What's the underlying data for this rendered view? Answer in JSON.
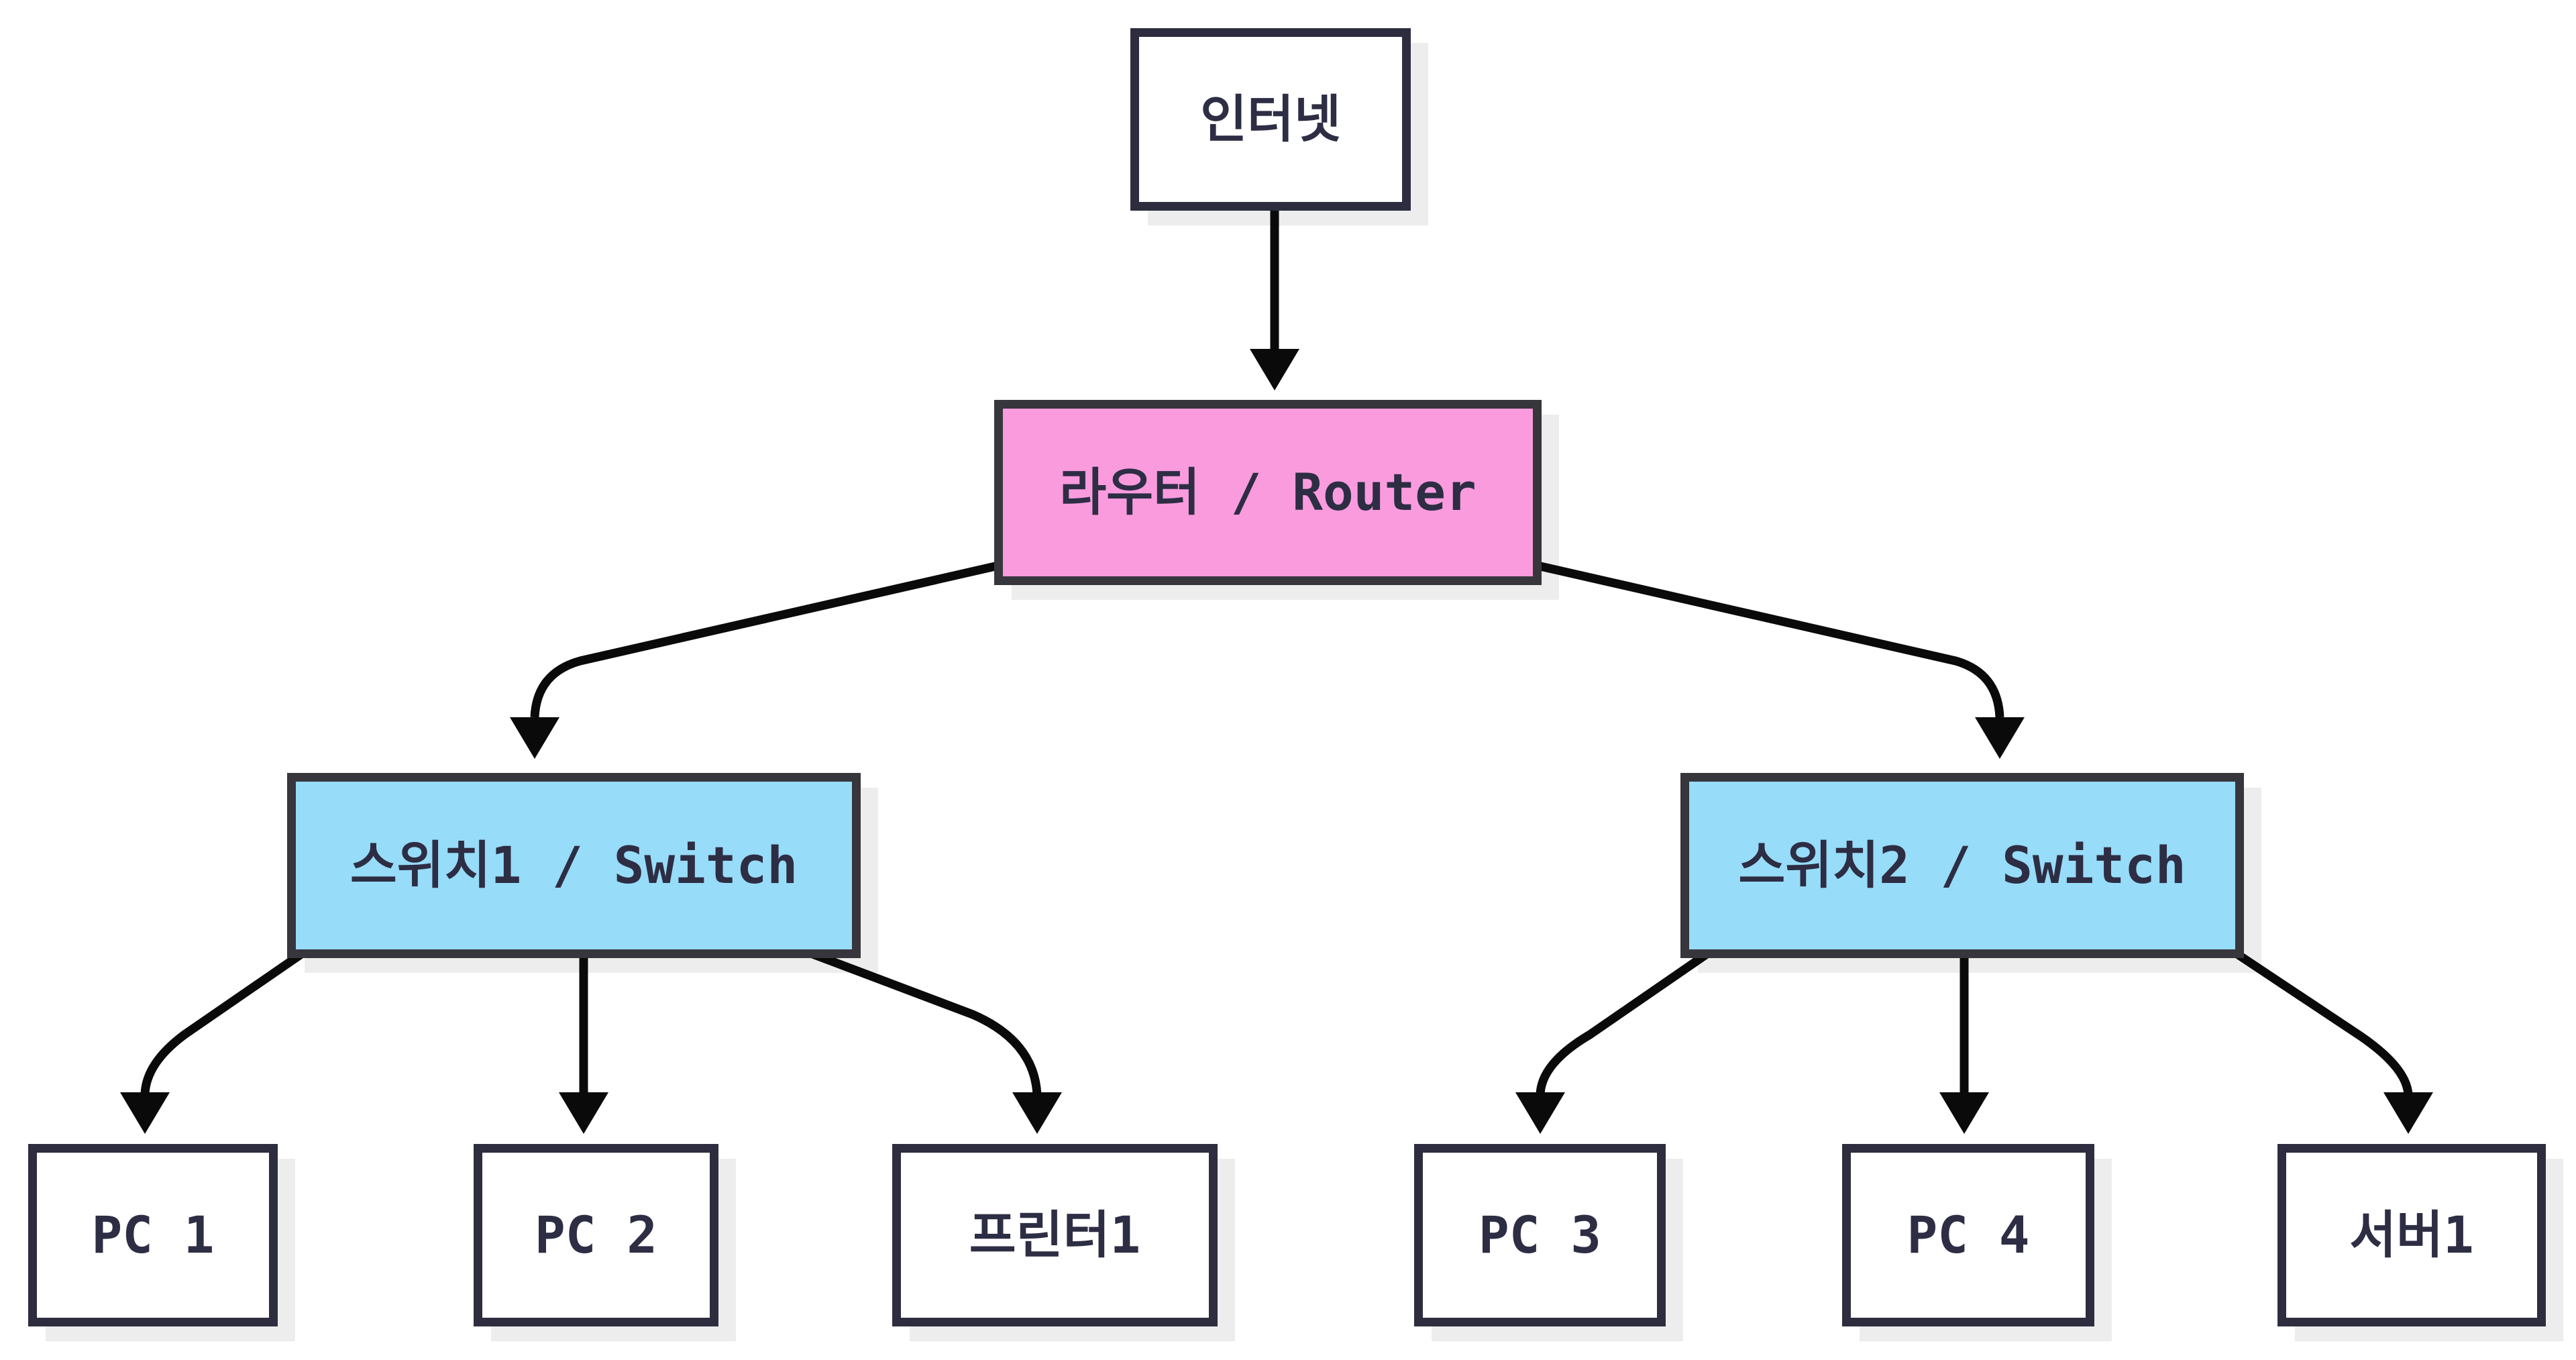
{
  "colors": {
    "background": "#ffffff",
    "arrow": "#0a0a0a",
    "shadow": "#ededed",
    "label_text": "#2d2d44",
    "white_node_border": "#2d2d3f",
    "colored_node_border": "#36363c",
    "router_fill": "#fa9bde",
    "switch_fill": "#97dcf8",
    "device_fill": "#ffffff"
  },
  "nodes": {
    "internet": {
      "label": "인터넷",
      "fill": "#ffffff",
      "stroke": "#2d2d3f"
    },
    "router": {
      "label": "라우터 / Router",
      "fill": "#fa9bde",
      "stroke": "#36363c"
    },
    "switch1": {
      "label": "스위치1 / Switch",
      "fill": "#97dcf8",
      "stroke": "#36363c"
    },
    "switch2": {
      "label": "스위치2 / Switch",
      "fill": "#97dcf8",
      "stroke": "#36363c"
    },
    "pc1": {
      "label": "PC 1",
      "fill": "#ffffff",
      "stroke": "#2d2d3f"
    },
    "pc2": {
      "label": "PC 2",
      "fill": "#ffffff",
      "stroke": "#2d2d3f"
    },
    "printer1": {
      "label": "프린터1",
      "fill": "#ffffff",
      "stroke": "#2d2d3f"
    },
    "pc3": {
      "label": "PC 3",
      "fill": "#ffffff",
      "stroke": "#2d2d3f"
    },
    "pc4": {
      "label": "PC 4",
      "fill": "#ffffff",
      "stroke": "#2d2d3f"
    },
    "server1": {
      "label": "서버1",
      "fill": "#ffffff",
      "stroke": "#2d2d3f"
    }
  },
  "edges": [
    {
      "from": "internet",
      "to": "router",
      "arrow": "to"
    },
    {
      "from": "router",
      "to": "switch1",
      "arrow": "to"
    },
    {
      "from": "router",
      "to": "switch2",
      "arrow": "to"
    },
    {
      "from": "switch1",
      "to": "pc1",
      "arrow": "to"
    },
    {
      "from": "switch1",
      "to": "pc2",
      "arrow": "to"
    },
    {
      "from": "switch1",
      "to": "printer1",
      "arrow": "to"
    },
    {
      "from": "switch2",
      "to": "pc3",
      "arrow": "to"
    },
    {
      "from": "switch2",
      "to": "pc4",
      "arrow": "to"
    },
    {
      "from": "switch2",
      "to": "server1",
      "arrow": "to"
    }
  ]
}
